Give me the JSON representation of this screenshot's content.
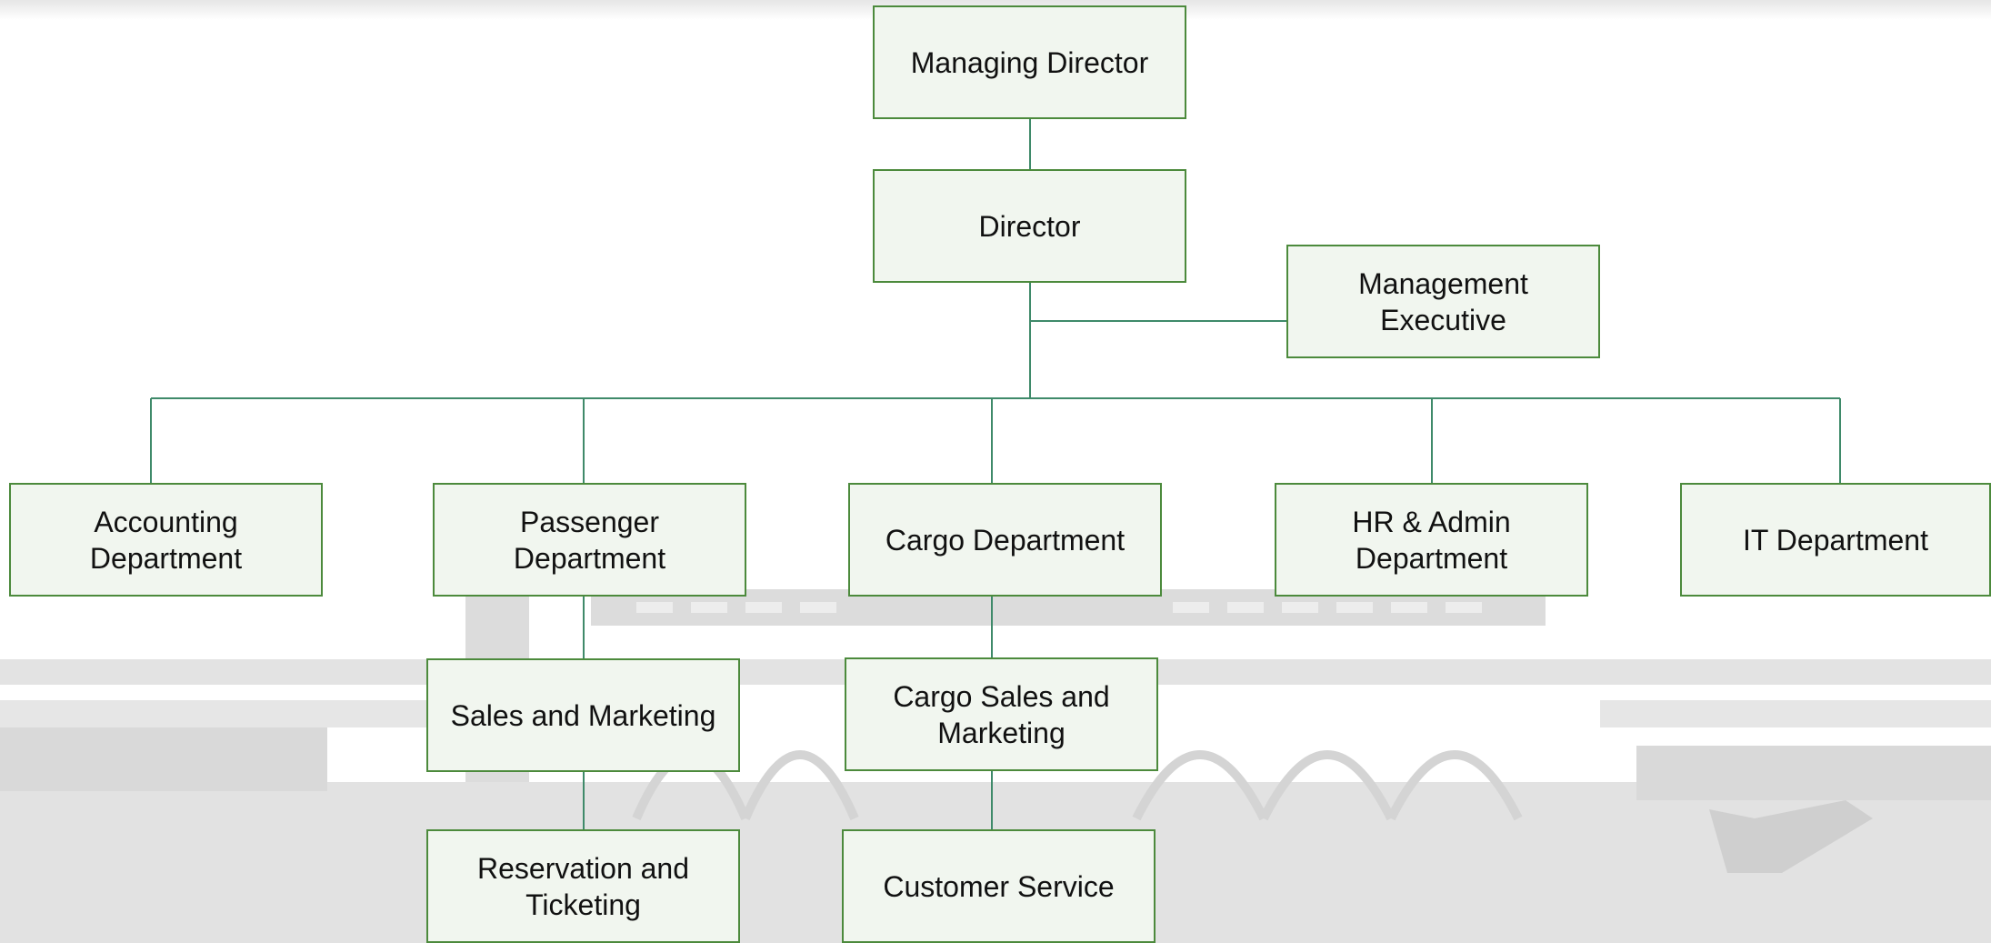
{
  "org_chart": {
    "nodes": {
      "managing_director": "Managing Director",
      "director": "Director",
      "management_executive": "Management Executive",
      "accounting_department": "Accounting Department",
      "passenger_department": "Passenger Department",
      "cargo_department": "Cargo Department",
      "hr_admin_department": "HR & Admin Department",
      "it_department": "IT Department",
      "sales_and_marketing": "Sales and Marketing",
      "cargo_sales_and_marketing": "Cargo Sales and Marketing",
      "reservation_and_ticketing": "Reservation and Ticketing",
      "customer_service": "Customer Service"
    },
    "links": [
      [
        "managing_director",
        "director"
      ],
      [
        "director",
        "management_executive"
      ],
      [
        "director",
        "accounting_department"
      ],
      [
        "director",
        "passenger_department"
      ],
      [
        "director",
        "cargo_department"
      ],
      [
        "director",
        "hr_admin_department"
      ],
      [
        "director",
        "it_department"
      ],
      [
        "passenger_department",
        "sales_and_marketing"
      ],
      [
        "sales_and_marketing",
        "reservation_and_ticketing"
      ],
      [
        "cargo_department",
        "cargo_sales_and_marketing"
      ],
      [
        "cargo_sales_and_marketing",
        "customer_service"
      ]
    ]
  },
  "colors": {
    "box_border": "#4c8a3c",
    "box_fill": "#f1f6ef",
    "connector": "#3f8a6a",
    "background_art": "#d6d6d6"
  }
}
